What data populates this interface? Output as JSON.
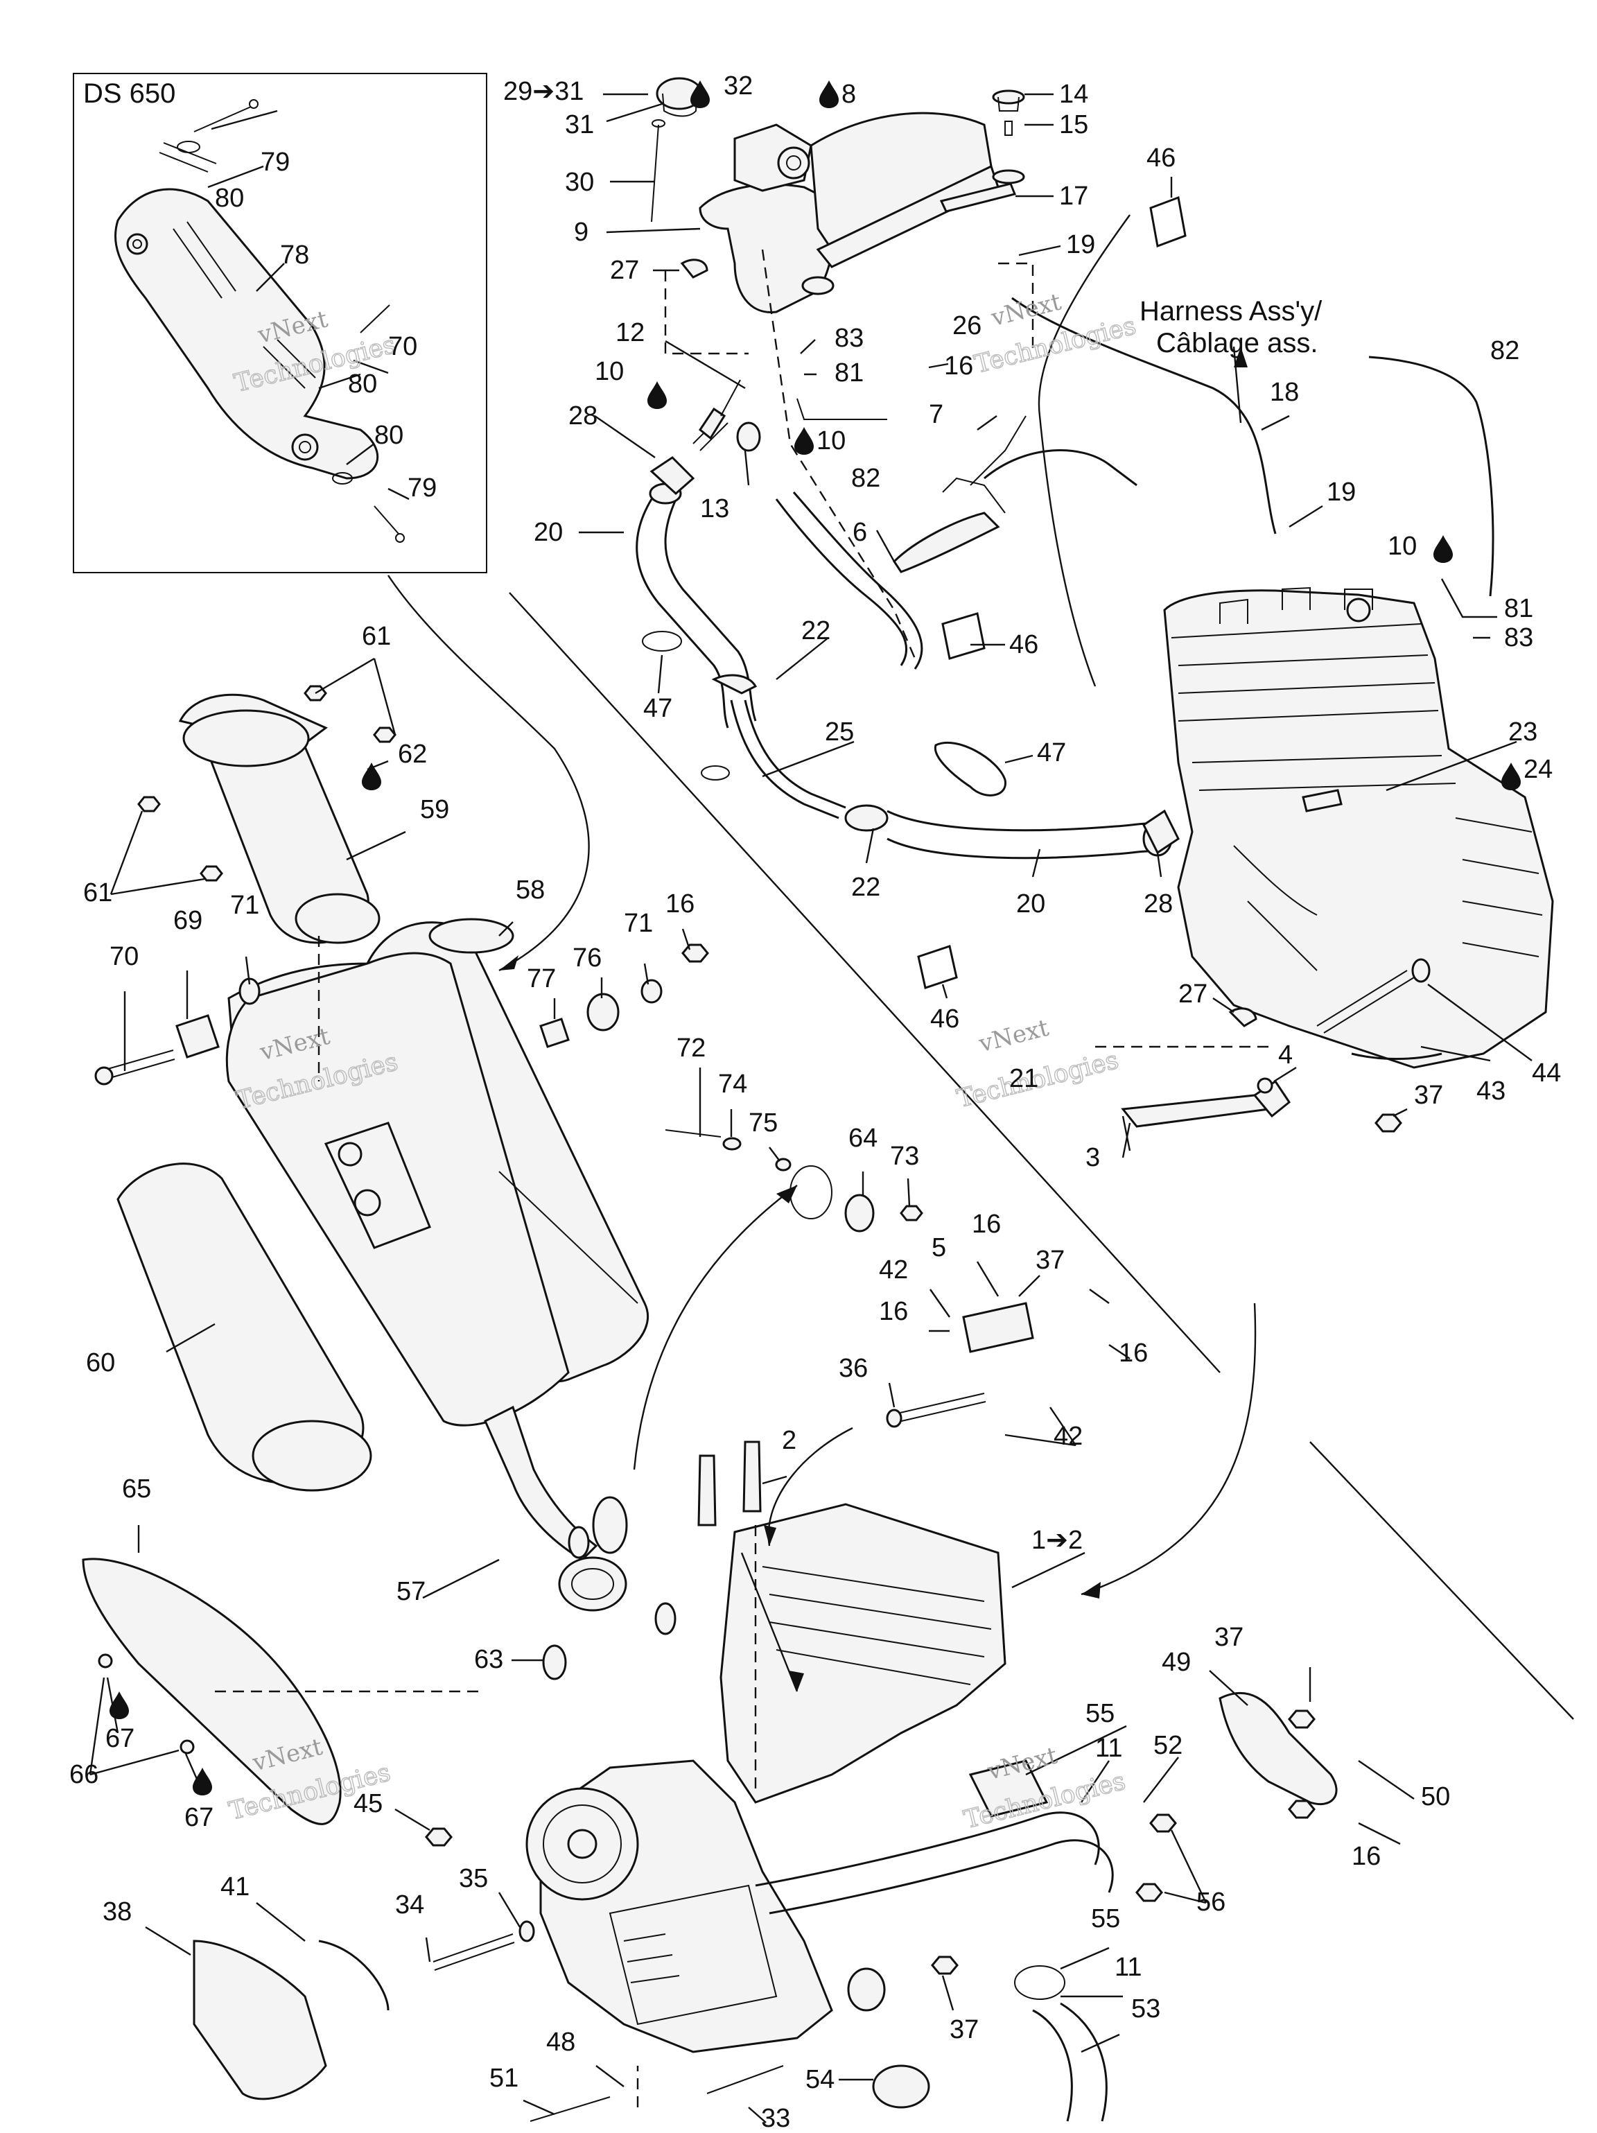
{
  "inset": {
    "title": "DS 650"
  },
  "harness_label": {
    "line1": "Harness Ass'y/",
    "line2": "Câblage ass."
  },
  "watermark": {
    "line1": "vNext",
    "line2": "Technologies"
  },
  "colors": {
    "ink": "#111111",
    "watermark": "#bbbbbb",
    "background": "#ffffff"
  },
  "callouts": {
    "c29_31": "29➔31",
    "c31": "31",
    "c32": "32",
    "c8": "8",
    "c30": "30",
    "c9": "9",
    "c14": "14",
    "c15": "15",
    "c17": "17",
    "c46a": "46",
    "c19a": "19",
    "c27a": "27",
    "c12": "12",
    "c83a": "83",
    "c26": "26",
    "c81a": "81",
    "c16a": "16",
    "c10a": "10",
    "c7": "7",
    "c82a": "82",
    "c28a": "28",
    "c10b": "10",
    "c82b": "82",
    "c13": "13",
    "c18": "18",
    "c6": "6",
    "c20a": "20",
    "c19b": "19",
    "c10c": "10",
    "c81b": "81",
    "c83b": "83",
    "c22a": "22",
    "c46b": "46",
    "c47a": "47",
    "c25": "25",
    "c23": "23",
    "c24": "24",
    "c47b": "47",
    "c22b": "22",
    "c20b": "20",
    "c28b": "28",
    "c46c": "46",
    "c27b": "27",
    "c44": "44",
    "c43": "43",
    "c37a": "37",
    "c4": "4",
    "c21": "21",
    "c3": "3",
    "c79a": "79",
    "c80a": "80",
    "c78": "78",
    "c70inset": "70",
    "c80b": "80",
    "c80c": "80",
    "c79b": "79",
    "c61a": "61",
    "c62": "62",
    "c59": "59",
    "c61b": "61",
    "c58": "58",
    "c71a": "71",
    "c69": "69",
    "c70": "70",
    "c76": "76",
    "c71b": "71",
    "c16b": "16",
    "c77": "77",
    "c72": "72",
    "c74": "74",
    "c75": "75",
    "c64": "64",
    "c73": "73",
    "c60": "60",
    "c16c": "16",
    "c37b": "37",
    "c42a": "42",
    "c5": "5",
    "c16d": "16",
    "c16e": "16",
    "c36": "36",
    "c42b": "42",
    "c2": "2",
    "c1_2": "1➔2",
    "c65": "65",
    "c57": "57",
    "c63": "63",
    "c37c": "37",
    "c49": "49",
    "c55a": "55",
    "c11a": "11",
    "c52": "52",
    "c50": "50",
    "c66": "66",
    "c67a": "67",
    "c67b": "67",
    "c45": "45",
    "c16f": "16",
    "c56": "56",
    "c35": "35",
    "c34": "34",
    "c38": "38",
    "c41": "41",
    "c55b": "55",
    "c11b": "11",
    "c37d": "37",
    "c53": "53",
    "c48": "48",
    "c51": "51",
    "c54": "54",
    "c33": "33"
  }
}
